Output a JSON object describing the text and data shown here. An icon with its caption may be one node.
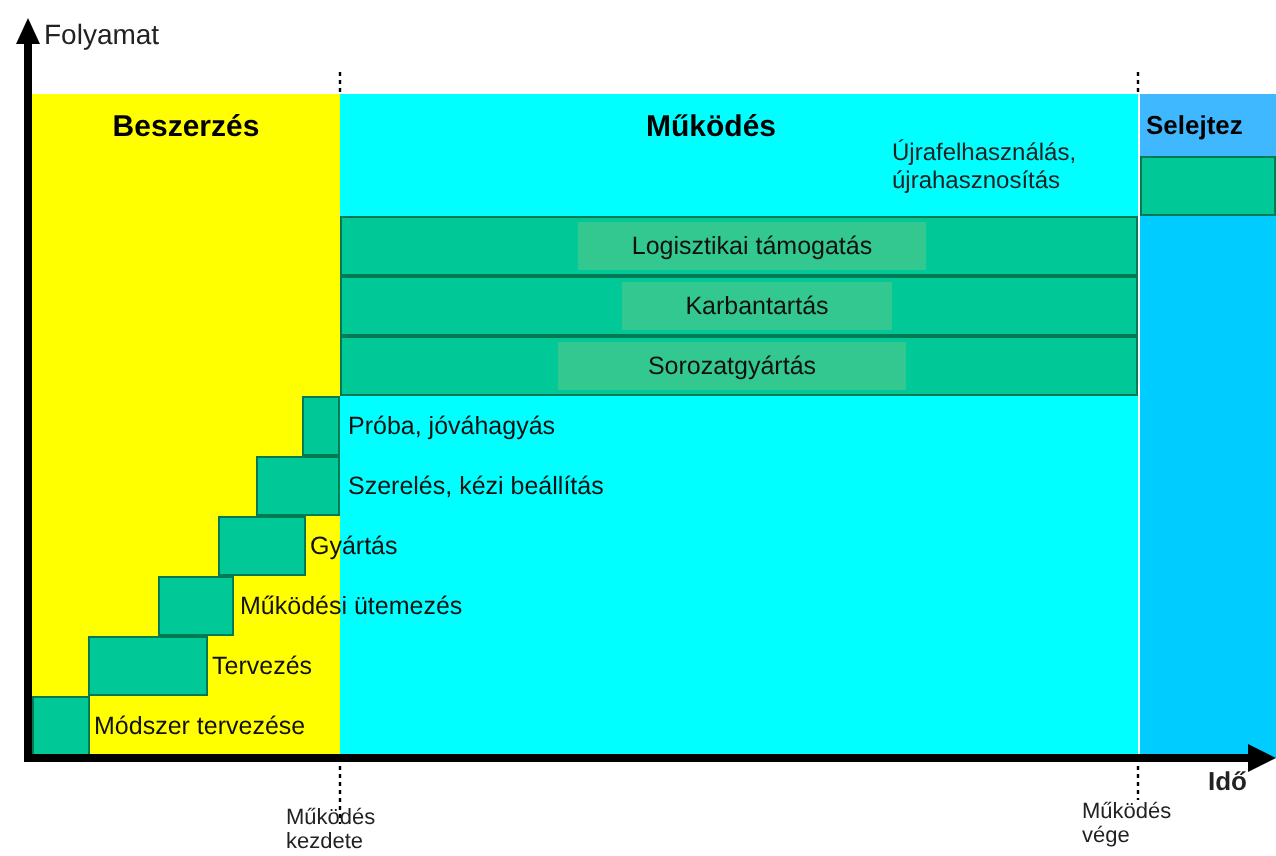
{
  "diagram": {
    "nodes": [
      {
        "text": [
          "Beszerzés"
        ]
      },
      {
        "text": [
          "Működés"
        ]
      },
      {
        "text": [
          "Selejtez"
        ]
      },
      {
        "text": [],
        "shape": "box",
        "in": 2
      },
      {
        "text": [
          "Logisztikai támogatás"
        ],
        "in": 1
      },
      {
        "text": [
          "Karbantartás"
        ],
        "in": 1
      },
      {
        "text": [
          "Sorozatgyártás"
        ],
        "in": 1
      },
      {
        "text": [],
        "shape": "box",
        "in": 0,
        "beside": [
          "Próba, jóváhagyás"
        ]
      },
      {
        "text": [],
        "shape": "box",
        "in": 0,
        "beside": [
          "Szerelés, kézi beállítás"
        ]
      },
      {
        "text": [],
        "shape": "box",
        "in": 0,
        "beside": [
          "Gyártás"
        ]
      },
      {
        "text": [],
        "shape": "box",
        "in": 0,
        "beside": [
          "Működési ütemezés"
        ]
      },
      {
        "text": [],
        "shape": "box",
        "in": 0,
        "beside": [
          "Tervezés"
        ]
      },
      {
        "text": [],
        "shape": "box",
        "in": 0,
        "beside": [
          "Módszer tervezése"
        ]
      }
    ],
    "labels": [
      "Folyamat",
      "Újrafelhasználás, újrahasznosítás",
      "Idő",
      "Működés kezdete",
      "Működés vége"
    ]
  }
}
